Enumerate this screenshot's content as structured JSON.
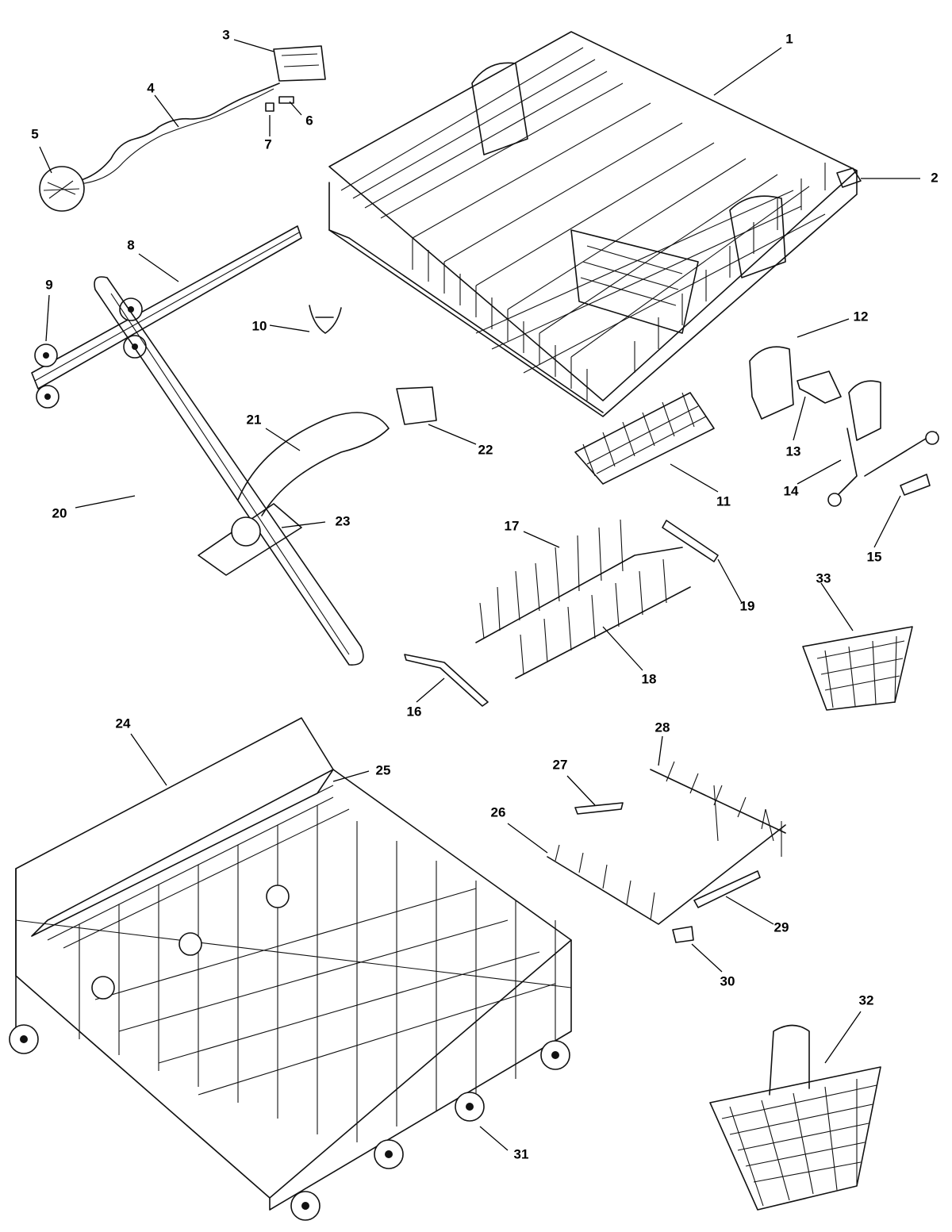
{
  "diagram": {
    "type": "exploded-parts-diagram",
    "callouts": [
      {
        "id": "1",
        "label": "1"
      },
      {
        "id": "2",
        "label": "2"
      },
      {
        "id": "3",
        "label": "3"
      },
      {
        "id": "4",
        "label": "4"
      },
      {
        "id": "5",
        "label": "5"
      },
      {
        "id": "6",
        "label": "6"
      },
      {
        "id": "7",
        "label": "7"
      },
      {
        "id": "8",
        "label": "8"
      },
      {
        "id": "9",
        "label": "9"
      },
      {
        "id": "10",
        "label": "10"
      },
      {
        "id": "11",
        "label": "11"
      },
      {
        "id": "12",
        "label": "12"
      },
      {
        "id": "13",
        "label": "13"
      },
      {
        "id": "14",
        "label": "14"
      },
      {
        "id": "15",
        "label": "15"
      },
      {
        "id": "16",
        "label": "16"
      },
      {
        "id": "17",
        "label": "17"
      },
      {
        "id": "18",
        "label": "18"
      },
      {
        "id": "19",
        "label": "19"
      },
      {
        "id": "20",
        "label": "20"
      },
      {
        "id": "21",
        "label": "21"
      },
      {
        "id": "22",
        "label": "22"
      },
      {
        "id": "23",
        "label": "23"
      },
      {
        "id": "24",
        "label": "24"
      },
      {
        "id": "25",
        "label": "25"
      },
      {
        "id": "26",
        "label": "26"
      },
      {
        "id": "27",
        "label": "27"
      },
      {
        "id": "28",
        "label": "28"
      },
      {
        "id": "29",
        "label": "29"
      },
      {
        "id": "30",
        "label": "30"
      },
      {
        "id": "31",
        "label": "31"
      },
      {
        "id": "32",
        "label": "32"
      },
      {
        "id": "33",
        "label": "33"
      }
    ]
  }
}
